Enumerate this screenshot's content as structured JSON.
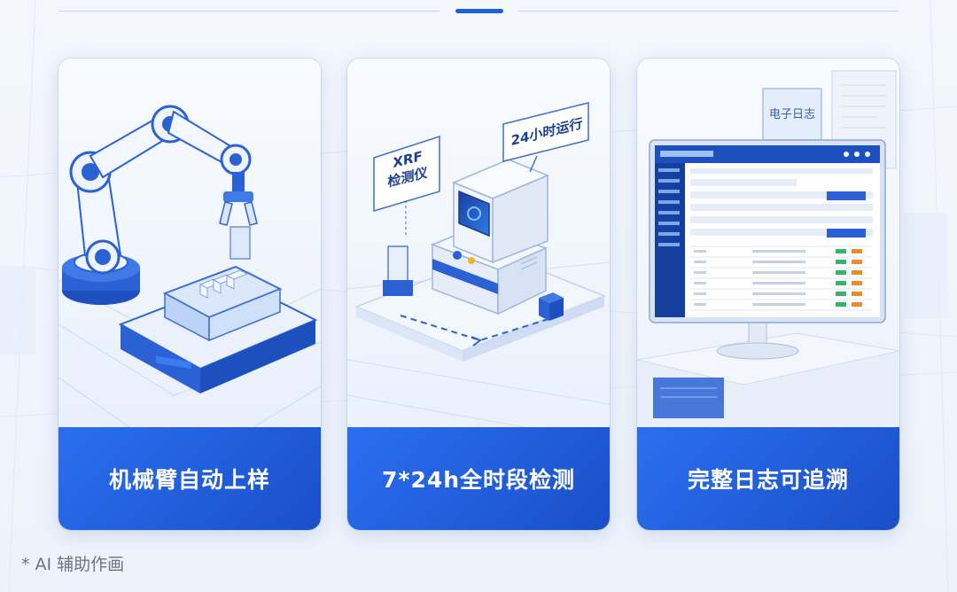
{
  "cards": [
    {
      "title": "机械臂自动上样"
    },
    {
      "title": "7*24h全时段检测",
      "callouts": {
        "device": "XRF\n检测仪",
        "device_line1": "XRF",
        "device_line2": "检测仪",
        "runtime": "24小时运行"
      }
    },
    {
      "title": "完整日志可追溯",
      "callouts": {
        "log": "电子日志"
      }
    }
  ],
  "footnote": "* AI 辅助作画",
  "colors": {
    "accent": "#1f5fd8",
    "banner_start": "#2a6ff0",
    "banner_end": "#1a4fc7",
    "page_bg": "#f1f6fd"
  }
}
